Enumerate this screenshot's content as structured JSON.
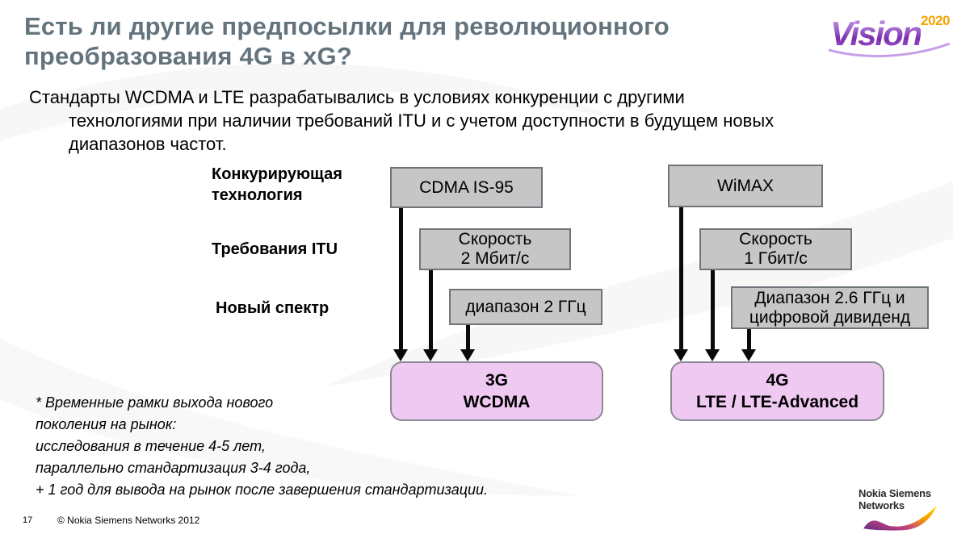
{
  "slide": {
    "title": "Есть ли другие предпосылки для революционного\nпреобразования 4G в xG?",
    "intro": "Стандарты WCDMA и LTE разрабатывались в условиях конкуренции с другими\nтехнологиями при наличии требований ITU и с учетом доступности в будущем новых\nдиапазонов частот."
  },
  "diagram": {
    "row_labels": {
      "competing": "Конкурирующая технология",
      "itu": "Требования ITU",
      "spectrum": "Новый спектр"
    },
    "generation3": {
      "competing": "CDMA IS-95",
      "itu": "Скорость\n2 Мбит/с",
      "spectrum": "диапазон 2 ГГц",
      "result": "3G\nWCDMA"
    },
    "generation4": {
      "competing": "WiMAX",
      "itu": "Скорость\n1 Гбит/с",
      "spectrum": "Диапазон 2.6 ГГц и\nцифровой дивиденд",
      "result": "4G\nLTE / LTE-Advanced"
    }
  },
  "footnote": "* Временные рамки выхода нового\nпоколения на рынок:\nисследования  в течение 4-5 лет,\nпараллельно стандартизация 3-4 года,\n+ 1 год для вывода на рынок после завершения стандартизации.",
  "footer": {
    "page_number": "17",
    "copyright": "© Nokia Siemens Networks 2012"
  },
  "logos": {
    "vision": {
      "word": "Vision",
      "year": "2020"
    },
    "nsn": {
      "name": "Nokia Siemens\nNetworks"
    }
  },
  "colors": {
    "title_text": "#64747d",
    "box_fill": "#c6c6c6",
    "box_border": "#6e757a",
    "result_fill": "#efc9f1",
    "result_border": "#8a8a94",
    "arrow": "#0a0a0a",
    "vision_purple": "#8b3fae",
    "vision_orange": "#f5a300"
  }
}
